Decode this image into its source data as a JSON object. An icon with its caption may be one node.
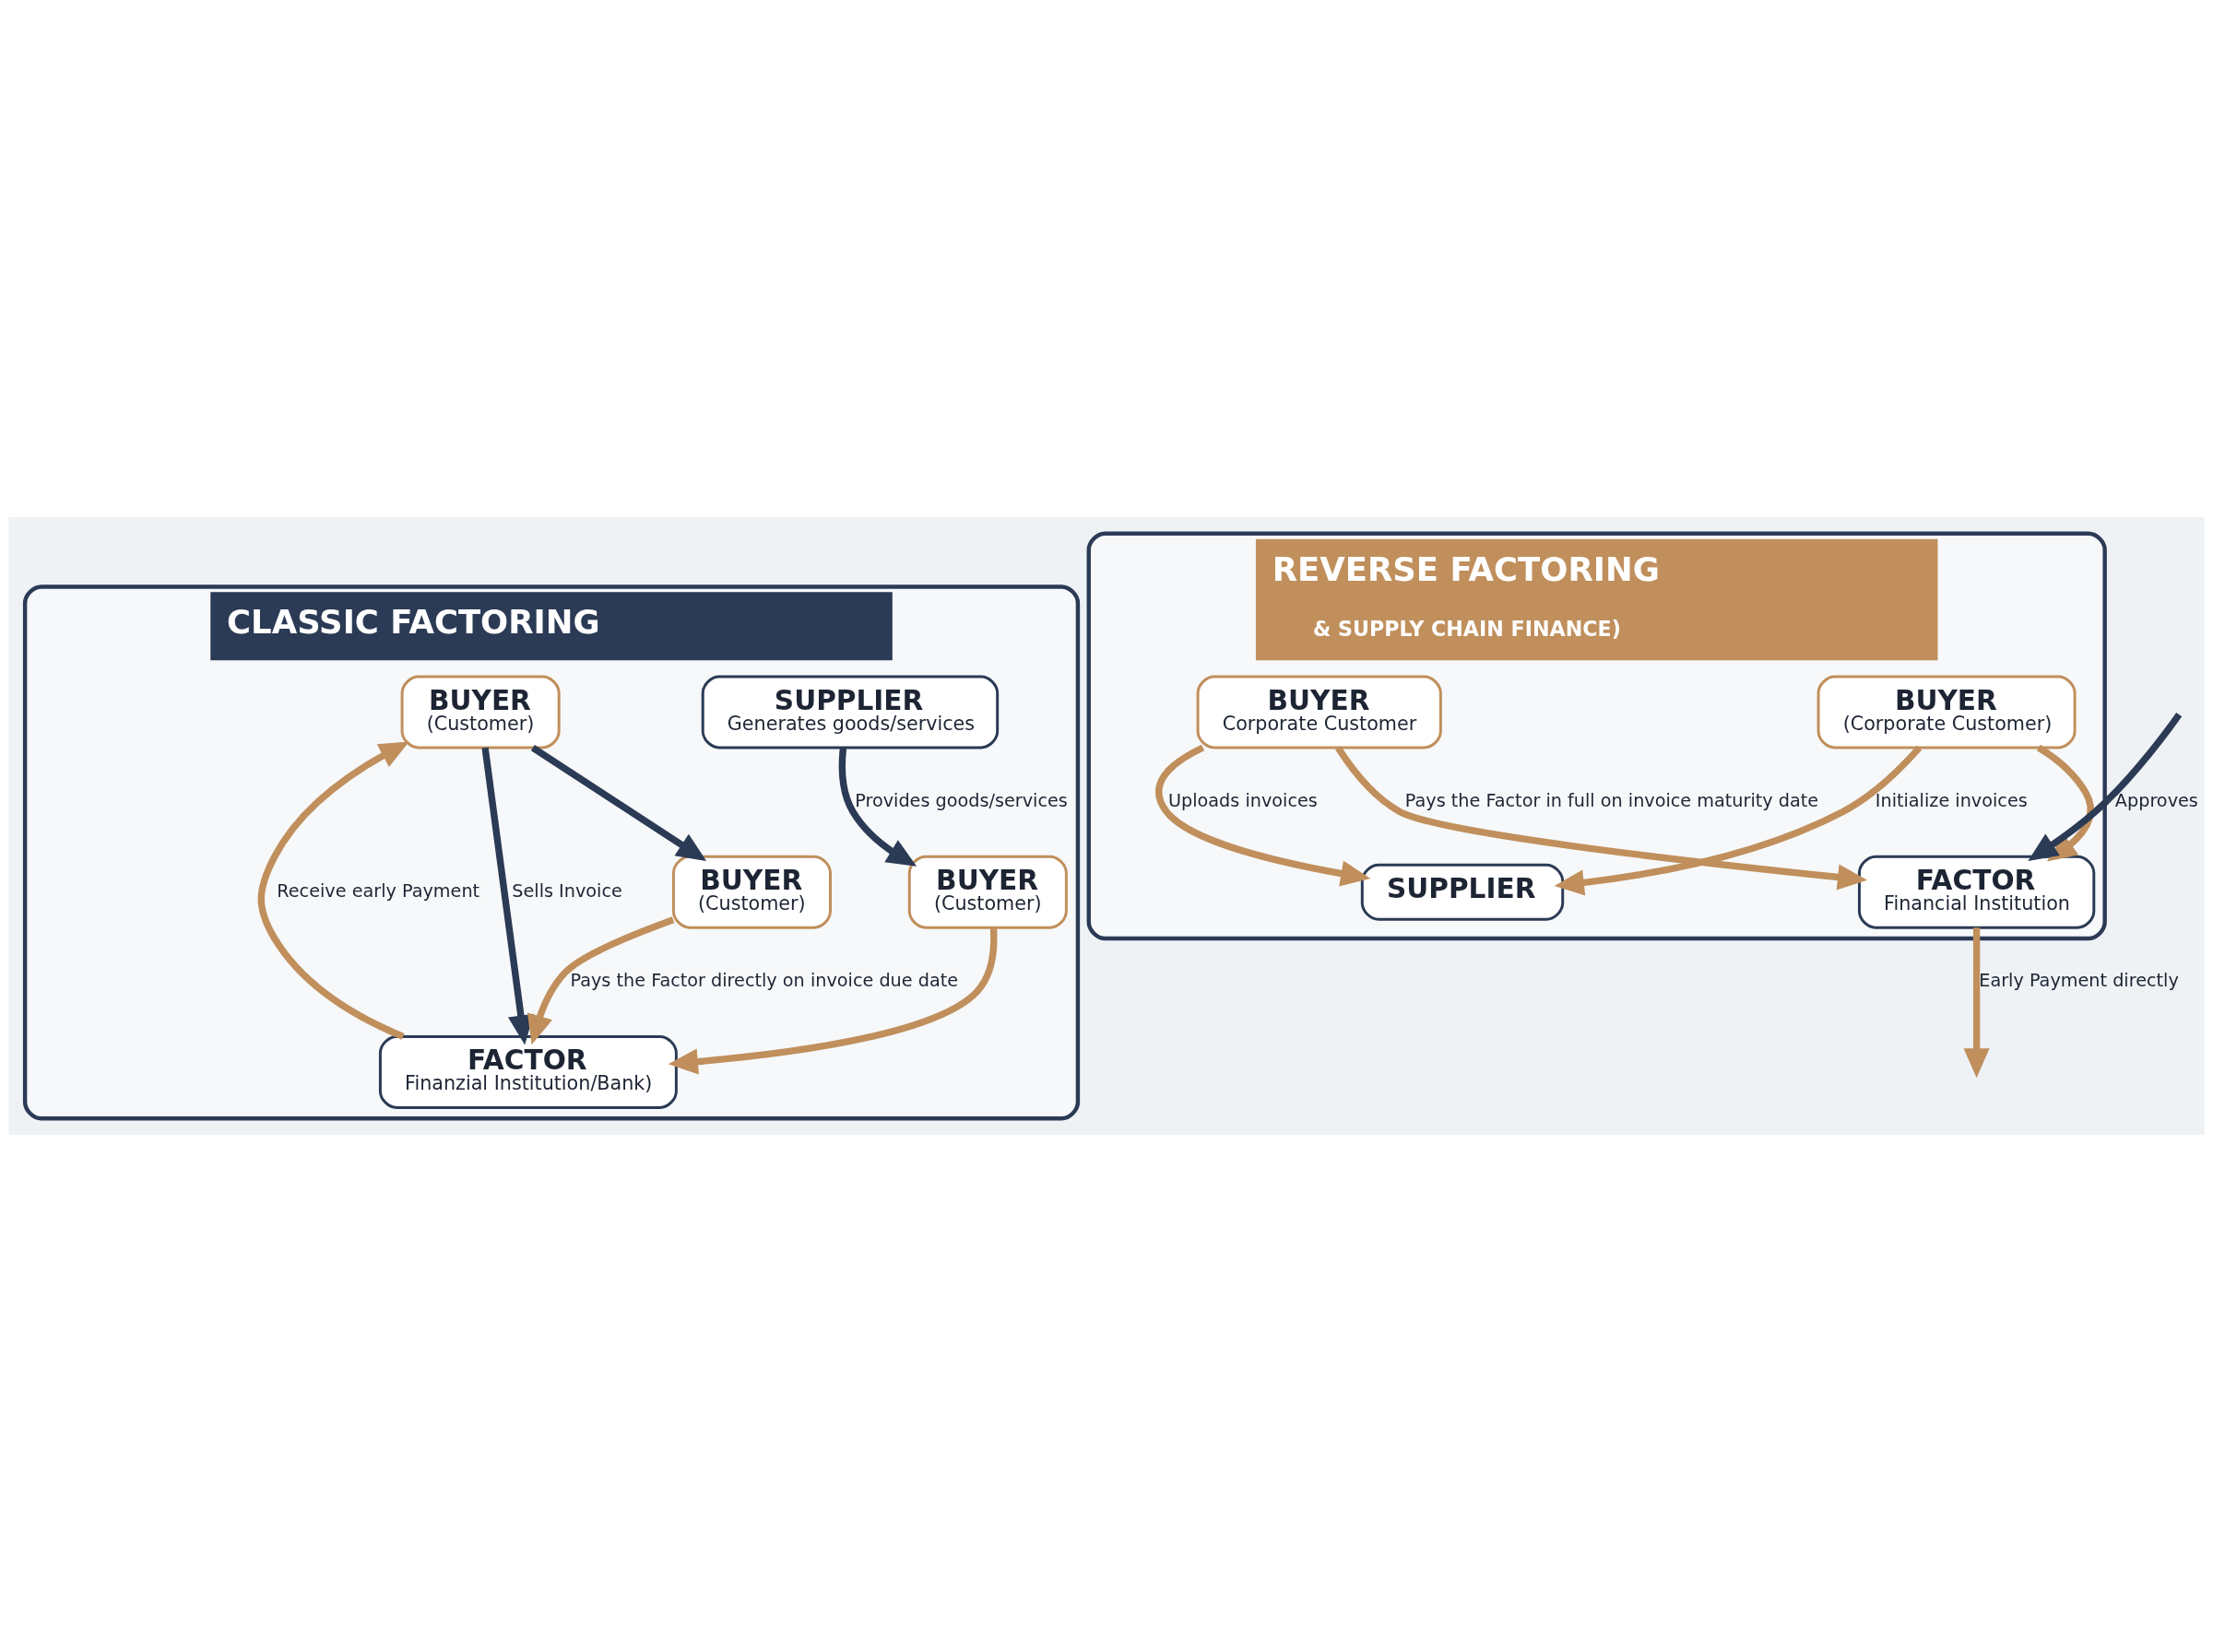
{
  "diagram": {
    "nodes": [
      {
        "text": [
          "CLASSIC FACTORING"
        ]
      },
      {
        "text": [
          "SUPPLIER",
          "Generates goods/services"
        ],
        "in": 0
      },
      {
        "text": [
          "BUYER",
          "(Customer)"
        ],
        "in": 0
      },
      {
        "text": [
          "BUYER",
          "(Customer)"
        ],
        "in": 0
      },
      {
        "text": [
          "FACTOR",
          "Finanzial Institution/Bank)"
        ],
        "in": 0
      },
      {
        "text": [
          "BUYER",
          "(Customer)"
        ],
        "in": 0
      },
      {
        "text": [
          "REVERSE FACTORING",
          "& SUPPLY CHAIN FINANCE)"
        ]
      },
      {
        "text": [
          "SUPPLIER"
        ],
        "in": 6
      },
      {
        "text": [
          "BUYER",
          "(Corporate Customer)"
        ],
        "in": 6
      },
      {
        "text": [
          "FACTOR",
          "Financial Institution"
        ],
        "in": 6
      },
      {
        "text": [
          "BUYER",
          "Corporate Customer"
        ],
        "in": 6
      }
    ],
    "edges": [
      {
        "from": 1,
        "to": 2,
        "arrow": "to",
        "label": "Provides goods/services",
        "color": "#2b3a55"
      },
      {
        "from": 2,
        "to": 4,
        "arrow": "to"
      },
      {
        "from": 3,
        "to": 4,
        "arrow": "to",
        "label": "Sells Invoice",
        "color": "#2b3a55"
      },
      {
        "from": 4,
        "to": 3,
        "arrow": "to",
        "label": "Receive early Payment"
      },
      {
        "from": 3,
        "to": 5,
        "arrow": "to",
        "color": "#2b3a55"
      },
      {
        "from": 5,
        "to": 4,
        "arrow": "to",
        "label": "Pays the Factor directly on invoice due date"
      },
      {
        "from": 8,
        "to": 7,
        "arrow": "to",
        "label": "Initialize invoices"
      },
      {
        "from": 8,
        "to": 9,
        "arrow": "to"
      },
      {
        "from": null,
        "to": 9,
        "arrow": "to",
        "label": "Approves",
        "color": "#2b3a55"
      },
      {
        "from": 9,
        "to": null,
        "arrow": "to",
        "label": "Early Payment directly"
      },
      {
        "from": 10,
        "to": 7,
        "arrow": "to",
        "label": "Uploads invoices"
      },
      {
        "from": 10,
        "to": 9,
        "arrow": "to",
        "label": "Pays the Factor in full on invoice maturity date"
      }
    ]
  }
}
